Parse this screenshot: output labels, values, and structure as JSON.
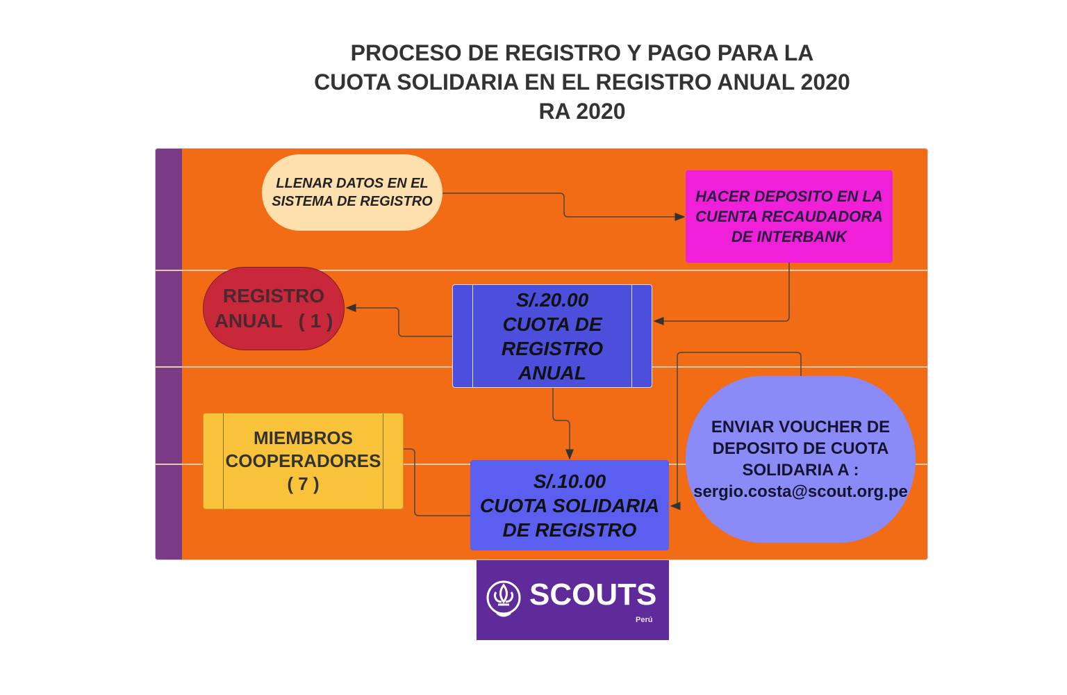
{
  "title": {
    "line1": "PROCESO DE REGISTRO Y PAGO  PARA LA",
    "line2": "CUOTA SOLIDARIA EN EL REGISTRO ANUAL 2020",
    "line3": "RA 2020"
  },
  "nodes": {
    "llenar": {
      "line1": "LLENAR DATOS EN EL",
      "line2": "SISTEMA DE REGISTRO",
      "color": "#fde0ae"
    },
    "deposito": {
      "line1": "HACER DEPOSITO EN LA",
      "line2": "CUENTA RECAUDADORA",
      "line3": "DE INTERBANK",
      "color": "#f020d8"
    },
    "registro": {
      "line1": "REGISTRO",
      "line2": "ANUAL   ( 1 )",
      "color": "#c8283a"
    },
    "cuota20": {
      "line1": "S/.20.00",
      "line2": "CUOTA DE",
      "line3": "REGISTRO",
      "line4": "ANUAL",
      "color": "#4b4fdc"
    },
    "miembros": {
      "line1": "MIEMBROS",
      "line2": "COOPERADORES",
      "line3": "( 7 )",
      "color": "#f8c33a"
    },
    "cuota10": {
      "line1": "S/.10.00",
      "line2": "CUOTA SOLIDARIA",
      "line3": "DE REGISTRO",
      "color": "#5b5ff0"
    },
    "enviar": {
      "line1": "ENVIAR VOUCHER DE",
      "line2": "DEPOSITO DE CUOTA",
      "line3": "SOLIDARIA A :",
      "line4": "sergio.costa@scout.org.pe",
      "color": "#8b8bf8"
    }
  },
  "logo": {
    "text": "SCOUTS",
    "sub": "Perú",
    "color": "#5f2a9a"
  }
}
